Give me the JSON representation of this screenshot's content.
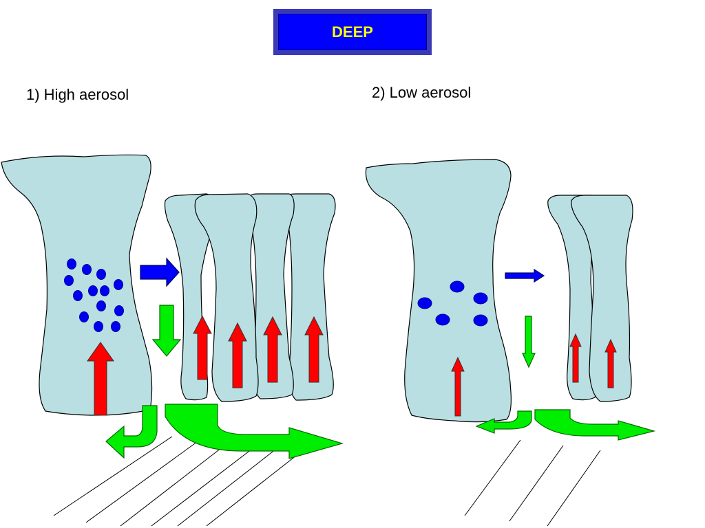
{
  "title": "DEEP",
  "panels": [
    {
      "label": "1) High aerosol"
    },
    {
      "label": "2) Low aerosol"
    }
  ],
  "colors": {
    "cloud_fill": "#b9dfe2",
    "outline": "#000000",
    "updraft": "#ff0000",
    "outflow": "#0000ff",
    "downdraft": "#00ee00",
    "title_bg": "#0000ff",
    "title_border": "#3a3ab8",
    "title_text": "#ffff00"
  },
  "icons": [
    "updraft-arrow",
    "outflow-arrow",
    "downdraft-arrow",
    "cold-pool-arrow",
    "aerosol-particle",
    "rain-streak"
  ]
}
